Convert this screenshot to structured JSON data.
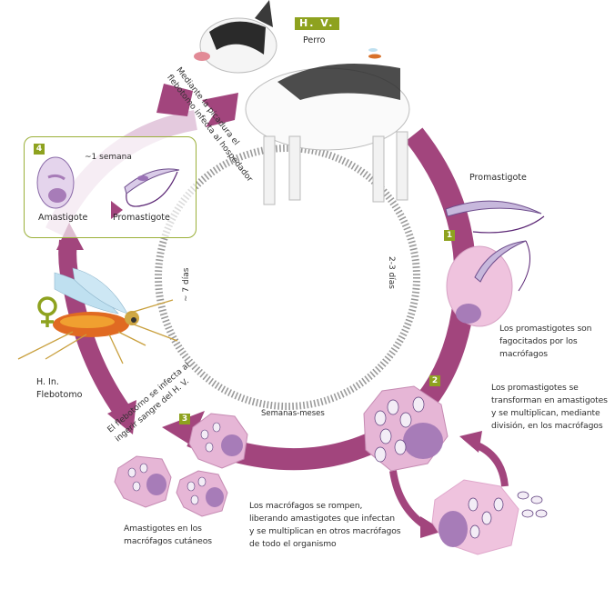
{
  "title": "Ciclo biológico de Leishmania",
  "colors": {
    "arc": "#a2457d",
    "arc_light": "#e4cade",
    "badge": "#8ea21f",
    "box_border": "#9bb03a",
    "cell_pink": "#e6b6d6",
    "nucleus": "#a77cb8",
    "parasite": "#c7b8dc"
  },
  "host_vertebrate": {
    "badge": "H. V.",
    "name": "Perro",
    "icon": "dog-illustration"
  },
  "host_invertebrate": {
    "badge": "H. In.",
    "name": "Flebotomo",
    "sex_symbol": "♀",
    "icon": "sandfly-illustration"
  },
  "arc_texts": {
    "bite": "Mediante la picadura el\nflebotomo infecta al hospedador",
    "fly_infected": "El flebotomo se infecta al\ningerir sangre del H. V."
  },
  "timing": {
    "left": "~ 7 días",
    "right": "2-3 días",
    "bottom": "Semanas-meses",
    "box4": "~1 semana"
  },
  "stages": [
    {
      "number": "1",
      "label": "Promastigote",
      "description": "Los promastigotes son\nfagocitados por los\nmacrófagos"
    },
    {
      "number": "2",
      "description": "Los promastigotes  se\ntransforman en amastigotes\ny se multiplican, mediante\ndivisión, en los macrófagos"
    },
    {
      "number": "3",
      "description": "Los macrófagos se rompen,\nliberando amastigotes que infectan\ny se multiplican en otros macrófagos\nde todo el organismo",
      "cutaneous_label": "Amastigotes en los\nmacrófagos cutáneos"
    },
    {
      "number": "4",
      "left_label": "Amastigote",
      "right_label": "Promastigote"
    }
  ]
}
